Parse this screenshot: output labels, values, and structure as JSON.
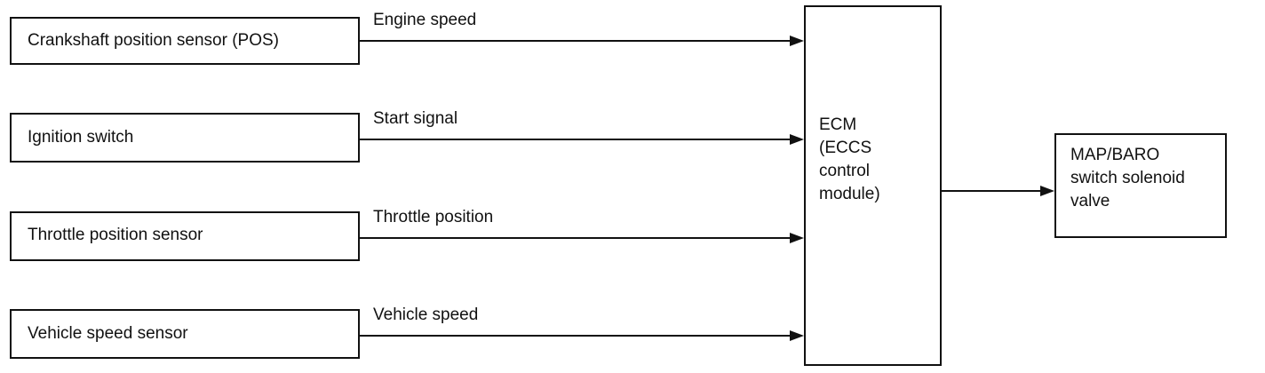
{
  "inputs": [
    {
      "name": "Crankshaft position sensor (POS)",
      "signal": "Engine speed"
    },
    {
      "name": "Ignition switch",
      "signal": "Start signal"
    },
    {
      "name": "Throttle position sensor",
      "signal": "Throttle position"
    },
    {
      "name": "Vehicle speed sensor",
      "signal": "Vehicle speed"
    }
  ],
  "ecm": {
    "lines": [
      "ECM",
      "(ECCS",
      "control",
      "module)"
    ]
  },
  "output": {
    "lines": [
      "MAP/BARO",
      "switch solenoid",
      "valve"
    ]
  },
  "colors": {
    "line": "#111111",
    "background": "#ffffff"
  }
}
